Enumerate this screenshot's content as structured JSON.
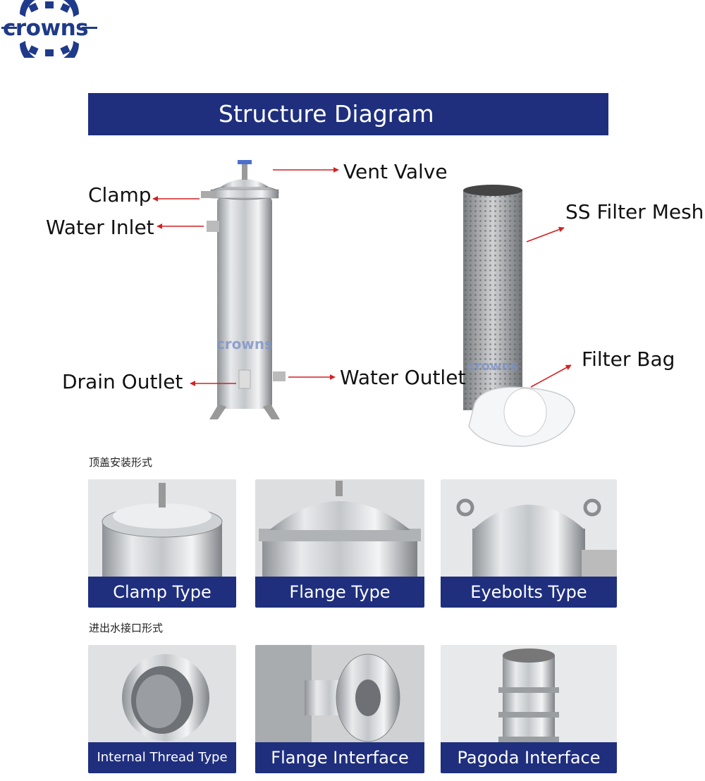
{
  "logo": {
    "text": "crowns"
  },
  "title": "Structure Diagram",
  "diagram": {
    "labels": {
      "vent_valve": "Vent Valve",
      "clamp": "Clamp",
      "water_inlet": "Water Inlet",
      "drain_outlet": "Drain Outlet",
      "water_outlet": "Water Outlet",
      "ss_filter_mesh": "SS Filter Mesh",
      "filter_bag": "Filter Bag"
    },
    "watermark": "crowns"
  },
  "sections": {
    "top_cover": "顶盖安装形式",
    "interface": "进出水接口形式"
  },
  "cover_types": [
    "Clamp Type",
    "Flange Type",
    "Eyebolts Type"
  ],
  "interface_types": [
    "Internal Thread Type",
    "Flange Interface",
    "Pagoda Interface"
  ],
  "colors": {
    "band": "#1f2f7e",
    "arrow": "#d42020",
    "logo": "#1f3a8a"
  }
}
